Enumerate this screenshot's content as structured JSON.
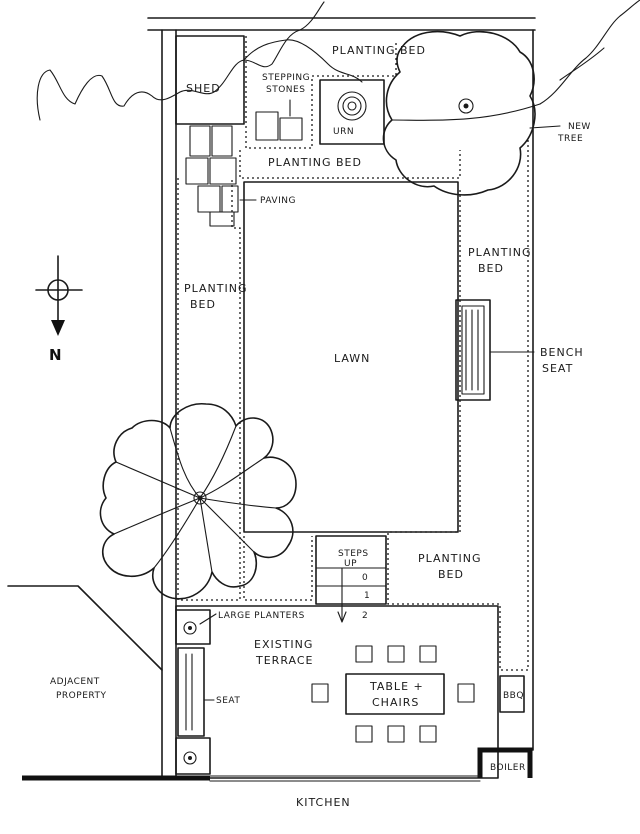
{
  "labels": {
    "shed": "SHED",
    "stepping_stones_1": "STEPPING",
    "stepping_stones_2": "STONES",
    "urn": "URN",
    "planting_bed_top": "PLANTING BED",
    "planting_bed_mid": "PLANTING BED",
    "new_tree_1": "NEW",
    "new_tree_2": "TREE",
    "paving": "PAVING",
    "planting_bed_left_1": "PLANTING",
    "planting_bed_left_2": "BED",
    "planting_bed_right_1": "PLANTING",
    "planting_bed_right_2": "BED",
    "lawn": "LAWN",
    "bench_seat_1": "BENCH",
    "bench_seat_2": "SEAT",
    "steps_up_1": "STEPS",
    "steps_up_2": "UP",
    "step_0": "0",
    "step_1": "1",
    "step_2": "2",
    "planting_bed_low_1": "PLANTING",
    "planting_bed_low_2": "BED",
    "large_planters": "LARGE PLANTERS",
    "existing_terrace_1": "EXISTING",
    "existing_terrace_2": "TERRACE",
    "adjacent_property_1": "ADJACENT",
    "adjacent_property_2": "PROPERTY",
    "table_chairs_1": "TABLE +",
    "table_chairs_2": "CHAIRS",
    "seat": "SEAT",
    "bbq": "BBQ",
    "boiler": "BOILER",
    "kitchen": "KITCHEN",
    "north": "N"
  }
}
